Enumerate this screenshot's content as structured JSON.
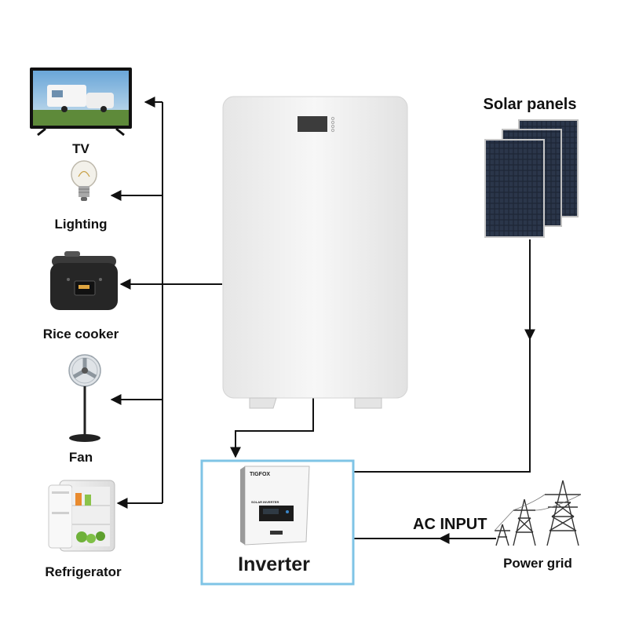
{
  "appliances": {
    "tv": "TV",
    "lighting": "Lighting",
    "rice_cooker": "Rice cooker",
    "fan": "Fan",
    "refrigerator": "Refrigerator"
  },
  "sources": {
    "solar_panels": "Solar panels",
    "ac_input": "AC INPUT",
    "power_grid": "Power grid"
  },
  "inverter": {
    "label": "Inverter",
    "brand": "TIGFOX",
    "product_name": "SOLAR INVERTER"
  },
  "colors": {
    "line": "#111111",
    "inverter_box": "#7fc4e6",
    "battery_body": "#f1f1f1"
  }
}
